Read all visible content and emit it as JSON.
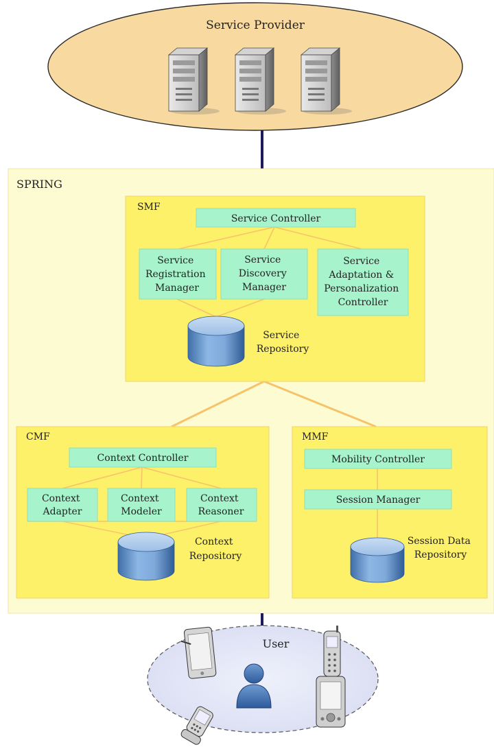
{
  "provider": {
    "label": "Service Provider"
  },
  "spring": {
    "label": "SPRING"
  },
  "smf": {
    "label": "SMF",
    "controller": "Service Controller",
    "registration": [
      "Service",
      "Registration",
      "Manager"
    ],
    "discovery": [
      "Service",
      "Discovery",
      "Manager"
    ],
    "adaptation": [
      "Service",
      "Adaptation &",
      "Personalization",
      "Controller"
    ],
    "repository": [
      "Service",
      "Repository"
    ]
  },
  "cmf": {
    "label": "CMF",
    "controller": "Context Controller",
    "adapter": [
      "Context",
      "Adapter"
    ],
    "modeler": [
      "Context",
      "Modeler"
    ],
    "reasoner": [
      "Context",
      "Reasoner"
    ],
    "repository": [
      "Context",
      "Repository"
    ]
  },
  "mmf": {
    "label": "MMF",
    "controller": "Mobility Controller",
    "session": "Session Manager",
    "repository": [
      "Session Data",
      "Repository"
    ]
  },
  "user": {
    "label": "User"
  },
  "colors": {
    "provider_fill": "#f8d9a0",
    "spring_fill": "#fdfbd2",
    "module_fill": "#fdf16a",
    "component_fill": "#a7f3cc",
    "connector": "#f7c36a",
    "link": "#1f1a5c"
  }
}
